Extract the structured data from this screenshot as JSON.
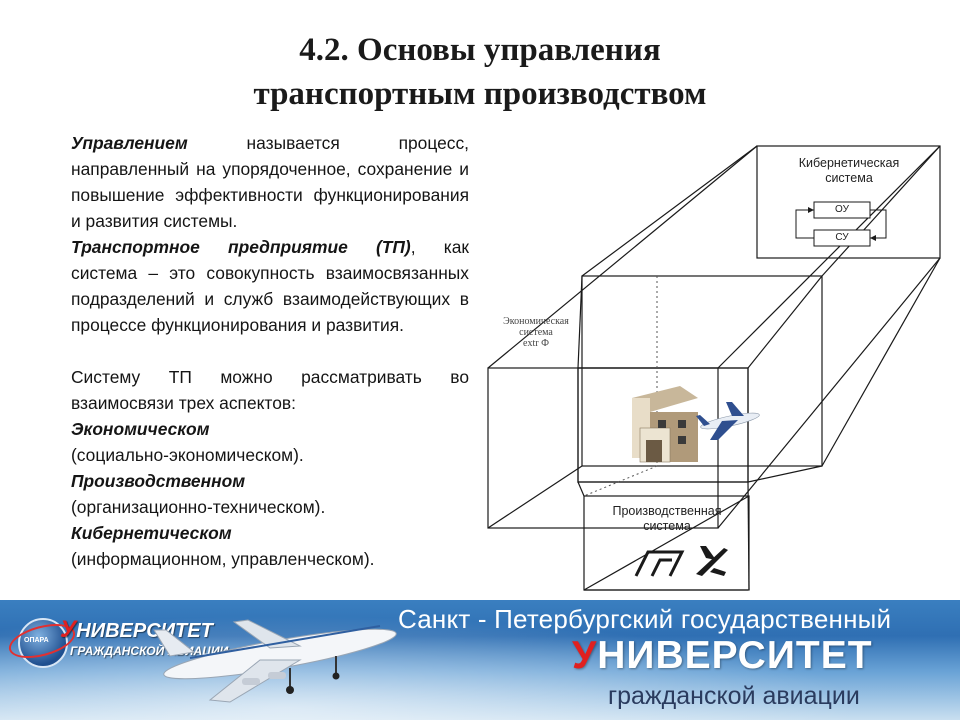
{
  "title": {
    "line1": "4.2. Основы управления",
    "line2": "транспортным производством"
  },
  "text": {
    "p1_term": "Управлением",
    "p1_rest": " называется процесс, направленный на упорядоченное, сохранение и повышение эффективности функционирования и развития системы.",
    "p2_term": "Транспортное предприятие (ТП)",
    "p2_rest": ", как система – это совокупность взаимосвязанных подразделений и служб взаимодействующих в процессе функционирования и развития.",
    "p3": "Систему ТП можно рассматривать во взаимосвязи трех аспектов:",
    "aspects": [
      {
        "term": "Экономическом",
        "detail": "(социально-экономическом)."
      },
      {
        "term": "Производственном",
        "detail": "(организационно-техническом)."
      },
      {
        "term": "Кибернетическом",
        "detail": "(информационном, управленческом)."
      }
    ]
  },
  "diagram": {
    "cyber_label_1": "Кибернетическая",
    "cyber_label_2": "система",
    "ou": "ОУ",
    "su": "СУ",
    "econ_label_1": "Экономическая",
    "econ_label_2": "система",
    "econ_label_3": "extr Ф",
    "prod_label_1": "Производственная",
    "prod_label_2": "система"
  },
  "footer": {
    "logo_first": "У",
    "logo_rest": "НИВЕРСИТЕТ",
    "logo_line2": "ГРАЖДАНСКОЙ АВИАЦИИ",
    "logo_badge": "ОПАРА",
    "line1": "Санкт - Петербургский государственный",
    "uni_first": "У",
    "uni_rest": "НИВЕРСИТЕТ",
    "line3": "гражданской авиации"
  }
}
